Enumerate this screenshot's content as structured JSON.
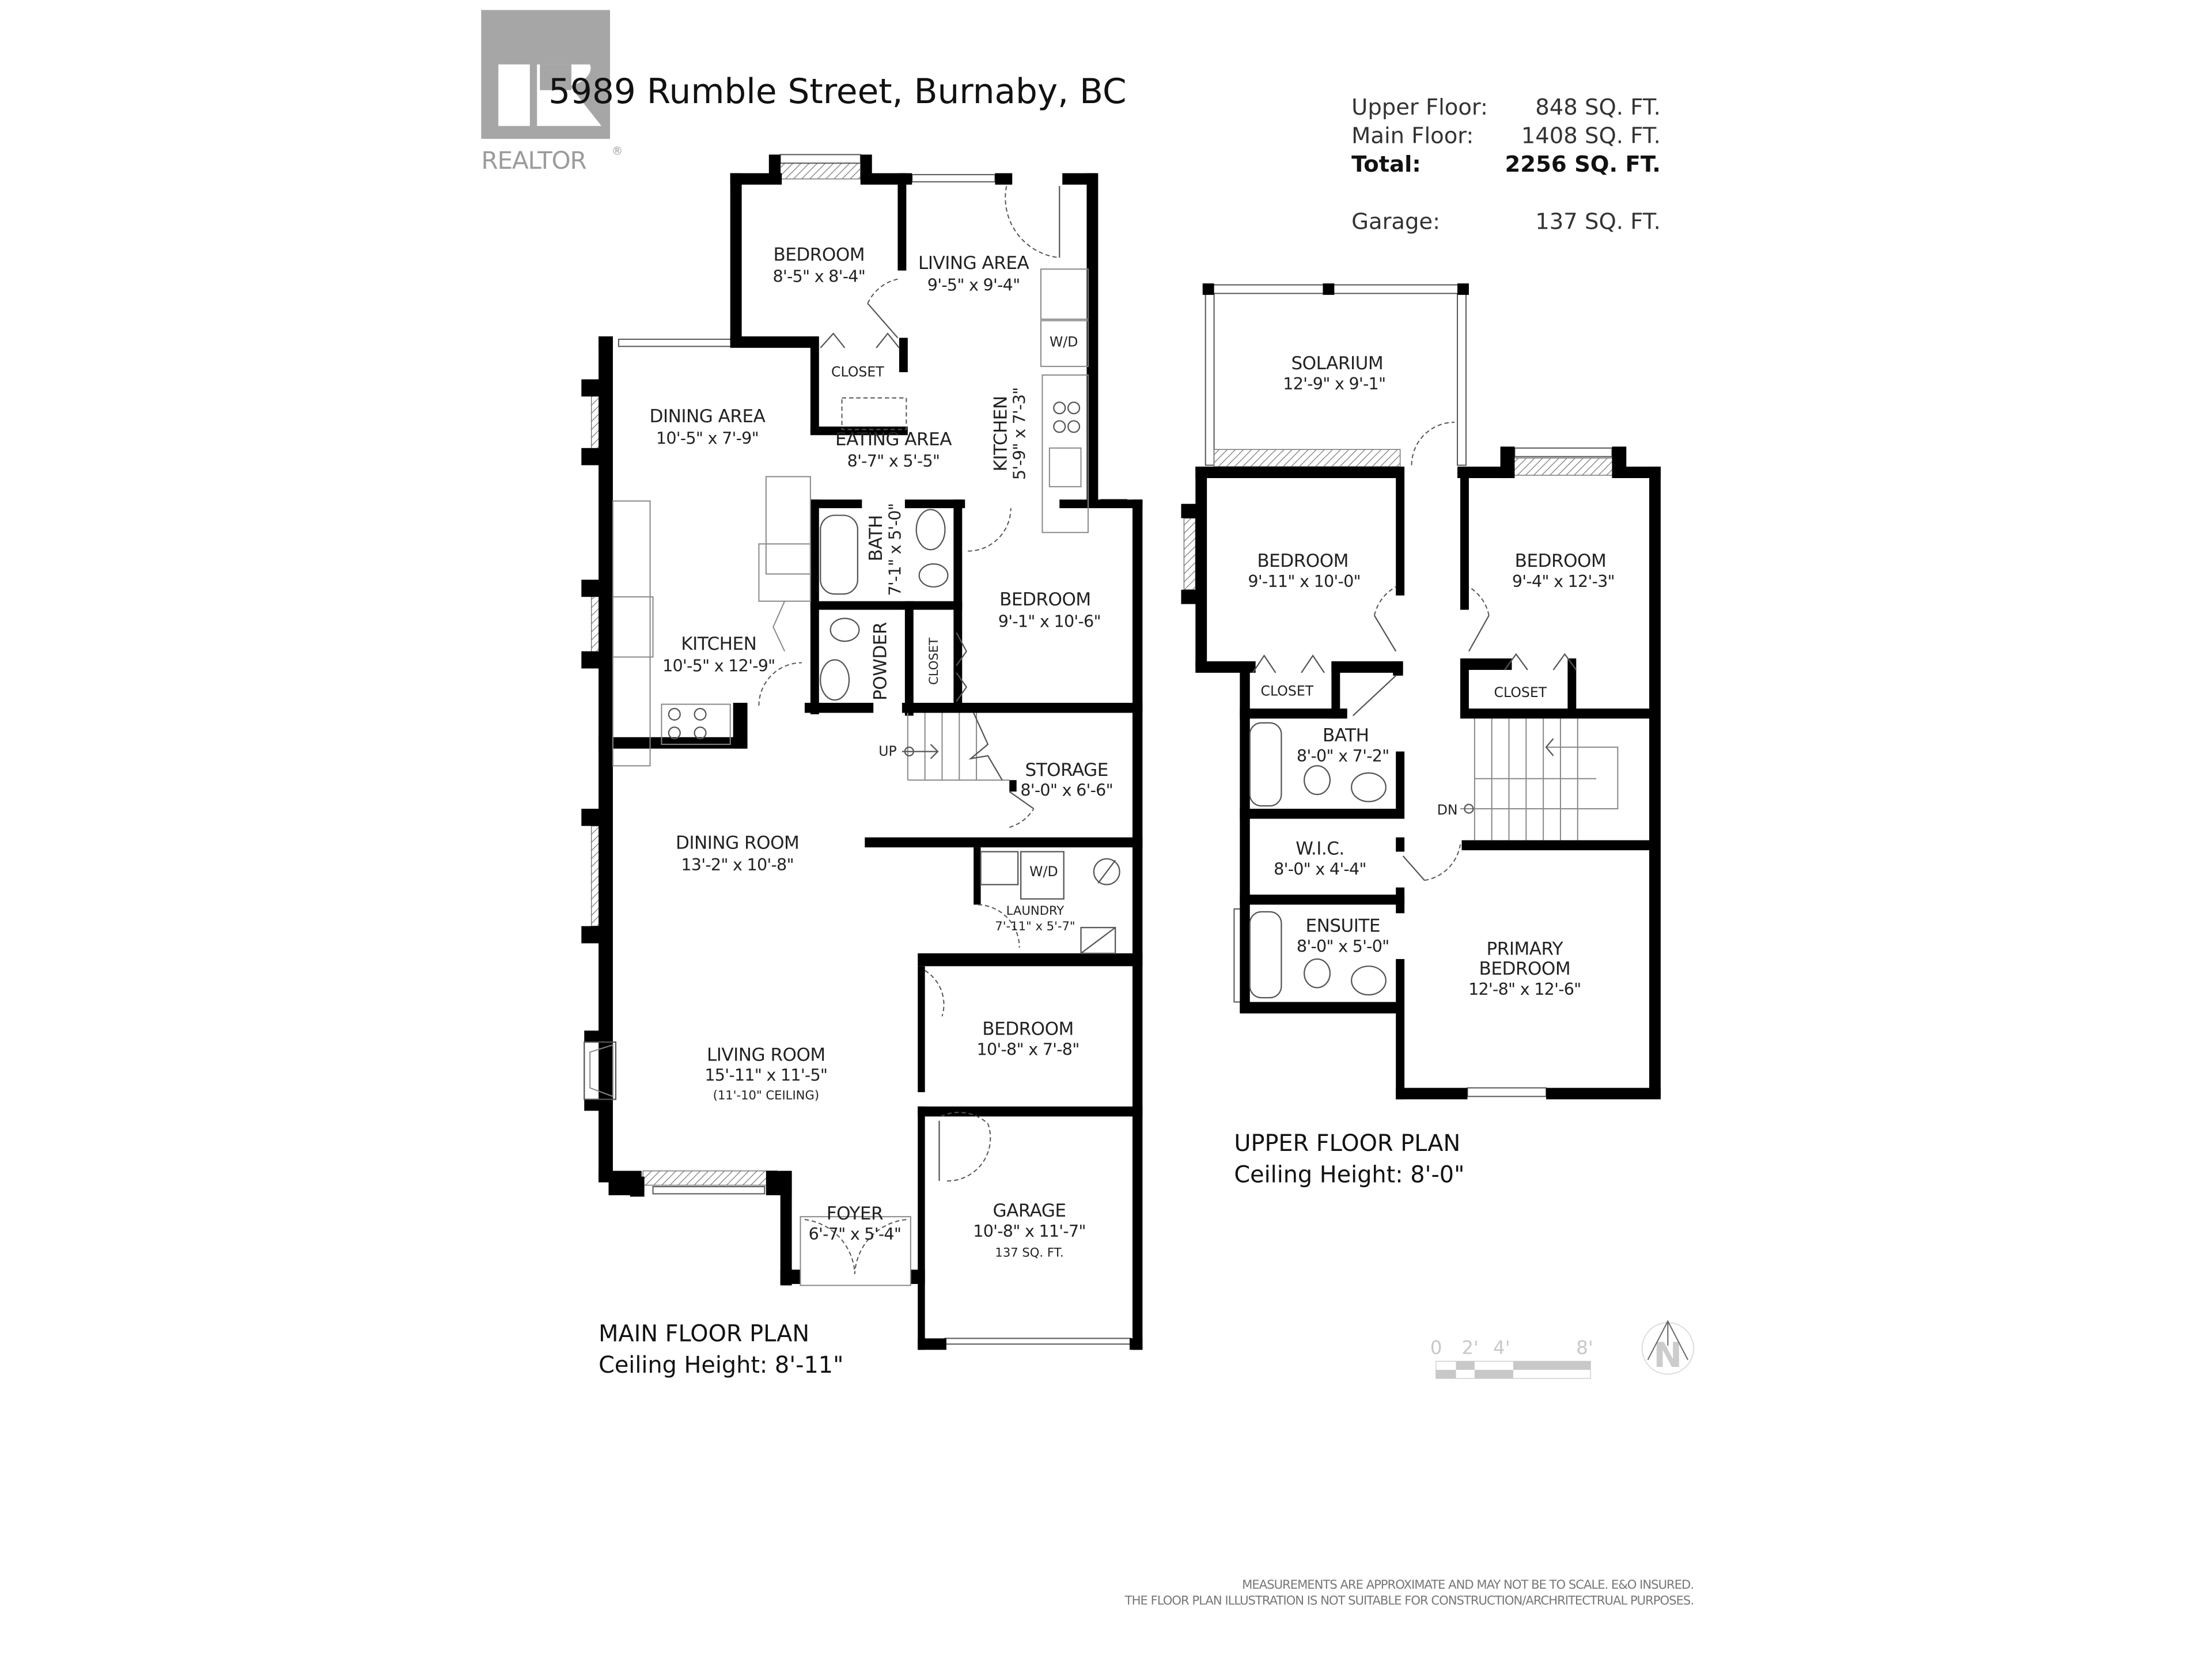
{
  "header": {
    "address": "5989 Rumble Street, Burnaby, BC",
    "logo": {
      "icon": "realtor-r-logo",
      "label": "REALTOR",
      "registered_mark": "®",
      "color": "#9c9c9c"
    }
  },
  "area_summary": {
    "rows": [
      {
        "label": "Upper Floor:",
        "value": "848 SQ. FT.",
        "bold": false
      },
      {
        "label": "Main Floor:",
        "value": "1408 SQ. FT.",
        "bold": false
      },
      {
        "label": "Total:",
        "value": "2256 SQ. FT.",
        "bold": true
      },
      {
        "label": "Garage:",
        "value": "137 SQ. FT.",
        "bold": false
      }
    ]
  },
  "main_floor": {
    "title": "MAIN FLOOR PLAN",
    "ceiling": "Ceiling Height: 8'-11\"",
    "rooms": {
      "bedroom_top": {
        "name": "BEDROOM",
        "dims": "8'-5\" x 8'-4\""
      },
      "living_area": {
        "name": "LIVING AREA",
        "dims": "9'-5\" x 9'-4\""
      },
      "closet_top": {
        "name": "CLOSET"
      },
      "wd_top": {
        "name": "W/D"
      },
      "dining_area": {
        "name": "DINING AREA",
        "dims": "10'-5\" x 7'-9\""
      },
      "eating_area": {
        "name": "EATING AREA",
        "dims": "8'-7\" x 5'-5\""
      },
      "kitchen_small": {
        "name": "KITCHEN",
        "dims": "5'-9\" x 7'-3\""
      },
      "bath": {
        "name": "BATH",
        "dims": "7'-1\" x 5'-0\""
      },
      "bedroom_mid": {
        "name": "BEDROOM",
        "dims": "9'-1\" x 10'-6\""
      },
      "kitchen": {
        "name": "KITCHEN",
        "dims": "10'-5\" x 12'-9\""
      },
      "powder": {
        "name": "POWDER"
      },
      "closet_mid": {
        "name": "CLOSET"
      },
      "stairs_up": {
        "name": "UP"
      },
      "storage": {
        "name": "STORAGE",
        "dims": "8'-0\" x 6'-6\""
      },
      "dining_room": {
        "name": "DINING ROOM",
        "dims": "13'-2\" x 10'-8\""
      },
      "wd_laundry": {
        "name": "W/D"
      },
      "laundry": {
        "name": "LAUNDRY",
        "dims": "7'-11\" x 5'-7\""
      },
      "bedroom_low": {
        "name": "BEDROOM",
        "dims": "10'-8\" x 7'-8\""
      },
      "living_room": {
        "name": "LIVING ROOM",
        "dims": "15'-11\"  x 11'-5\"",
        "note": "(11'-10\" CEILING)"
      },
      "foyer": {
        "name": "FOYER",
        "dims": "6'-7\" x 5'-4\""
      },
      "garage": {
        "name": "GARAGE",
        "dims": "10'-8\" x 11'-7\"",
        "area": "137 SQ. FT."
      }
    }
  },
  "upper_floor": {
    "title": "UPPER FLOOR PLAN",
    "ceiling": "Ceiling Height: 8'-0\"",
    "rooms": {
      "solarium": {
        "name": "SOLARIUM",
        "dims": "12'-9\" x 9'-1\""
      },
      "bedroom_left": {
        "name": "BEDROOM",
        "dims": "9'-11\" x 10'-0\""
      },
      "bedroom_right": {
        "name": "BEDROOM",
        "dims": "9'-4\" x 12'-3\""
      },
      "closet_left": {
        "name": "CLOSET"
      },
      "closet_right": {
        "name": "CLOSET"
      },
      "bath": {
        "name": "BATH",
        "dims": "8'-0\" x 7'-2\""
      },
      "stairs_dn": {
        "name": "DN"
      },
      "wic": {
        "name": "W.I.C.",
        "dims": "8'-0\" x 4'-4\""
      },
      "ensuite": {
        "name": "ENSUITE",
        "dims": "8'-0\" x 5'-0\""
      },
      "primary_bedroom": {
        "name_line1": "PRIMARY",
        "name_line2": "BEDROOM",
        "dims": "12'-8\" x 12'-6\""
      }
    }
  },
  "scale_bar": {
    "ticks": [
      "0",
      "2'",
      "4'",
      "8'"
    ],
    "color": "#c8c8c8"
  },
  "north_arrow": {
    "icon": "north-arrow-icon",
    "label": "N"
  },
  "disclaimer": {
    "line1": "MEASUREMENTS ARE APPROXIMATE AND MAY NOT BE TO SCALE.  E&O INSURED.",
    "line2": "THE FLOOR PLAN ILLUSTRATION IS NOT SUITABLE FOR CONSTRUCTION/ARCHRITECTRUAL PURPOSES."
  }
}
